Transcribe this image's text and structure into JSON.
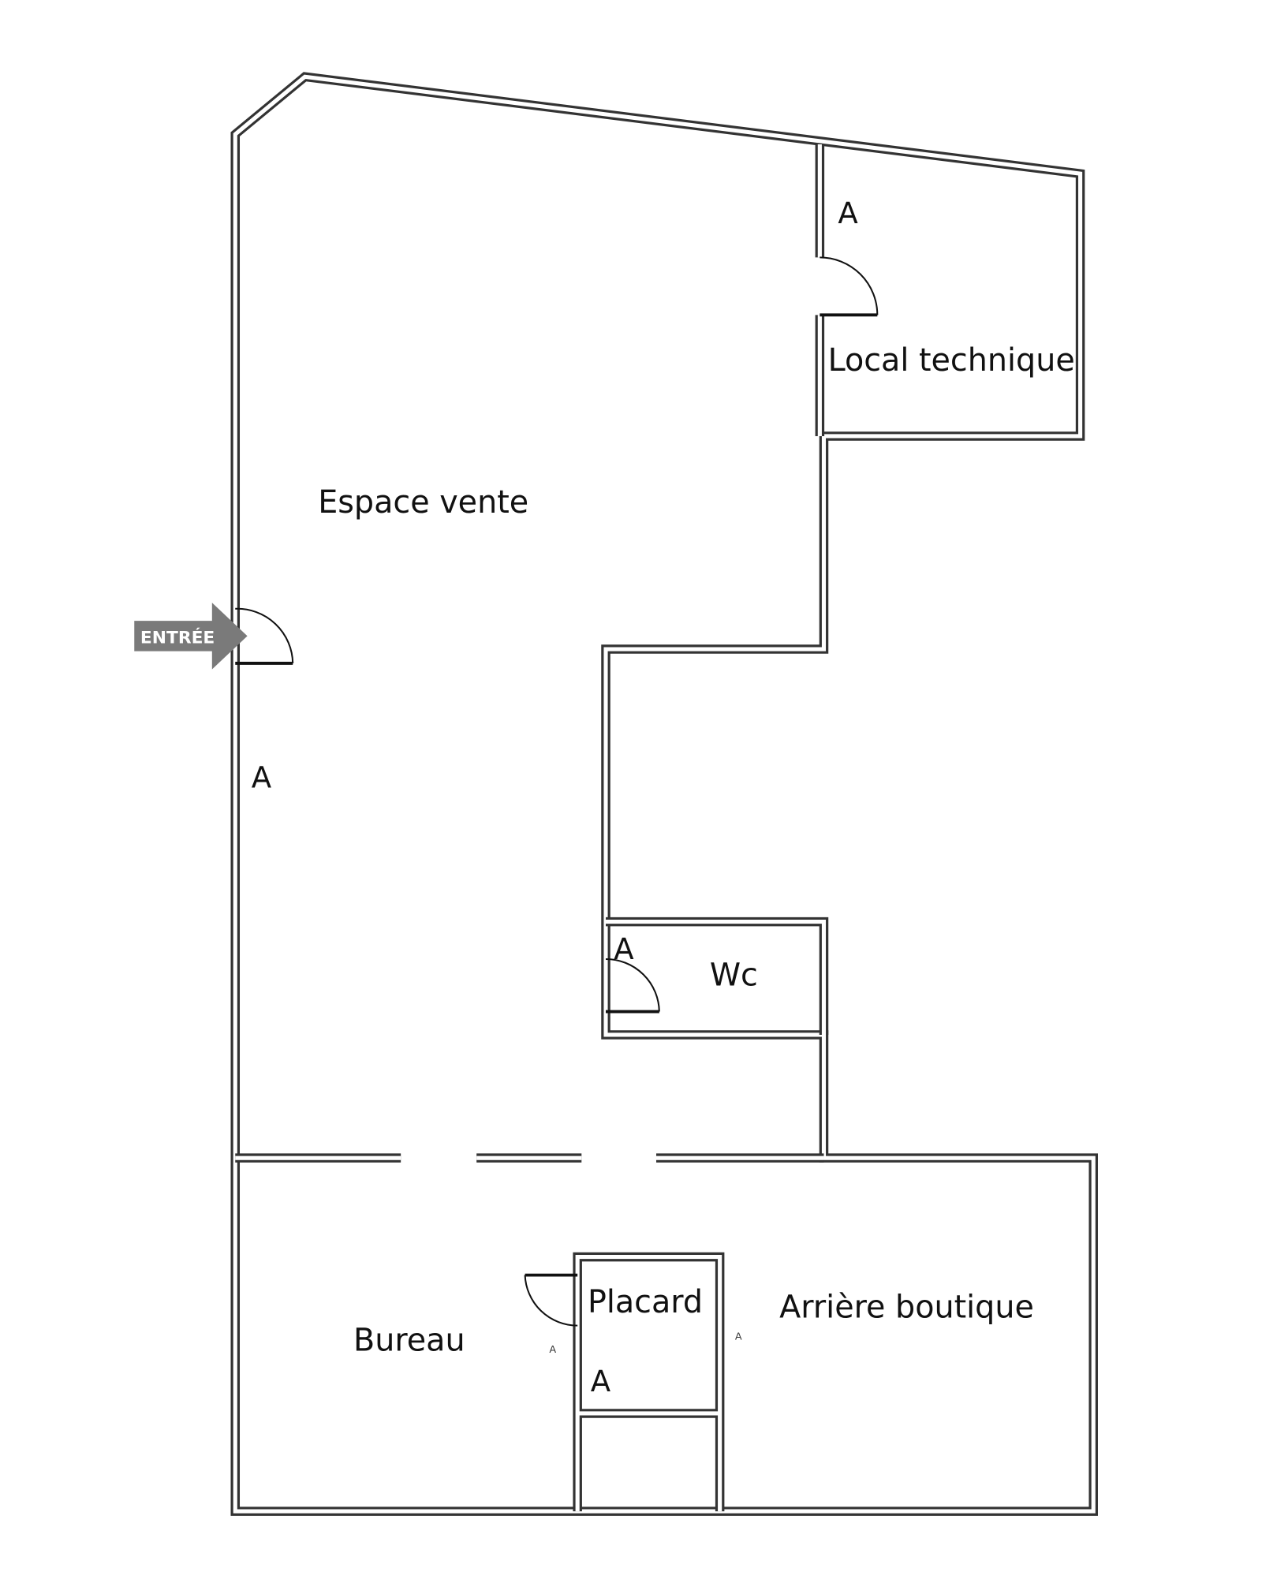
{
  "rooms": {
    "espace_vente": "Espace vente",
    "local_technique": "Local technique",
    "wc": "Wc",
    "bureau": "Bureau",
    "placard": "Placard",
    "arriere_boutique": "Arrière boutique"
  },
  "entrance_label": "ENTRÉE",
  "markers": {
    "local_technique": "A",
    "espace_vente": "A",
    "wc": "A",
    "placard": "A",
    "bureau_small": "A",
    "arriere_small": "A"
  },
  "colors": {
    "wall": "#333333",
    "arrow": "#7a7a7a"
  }
}
